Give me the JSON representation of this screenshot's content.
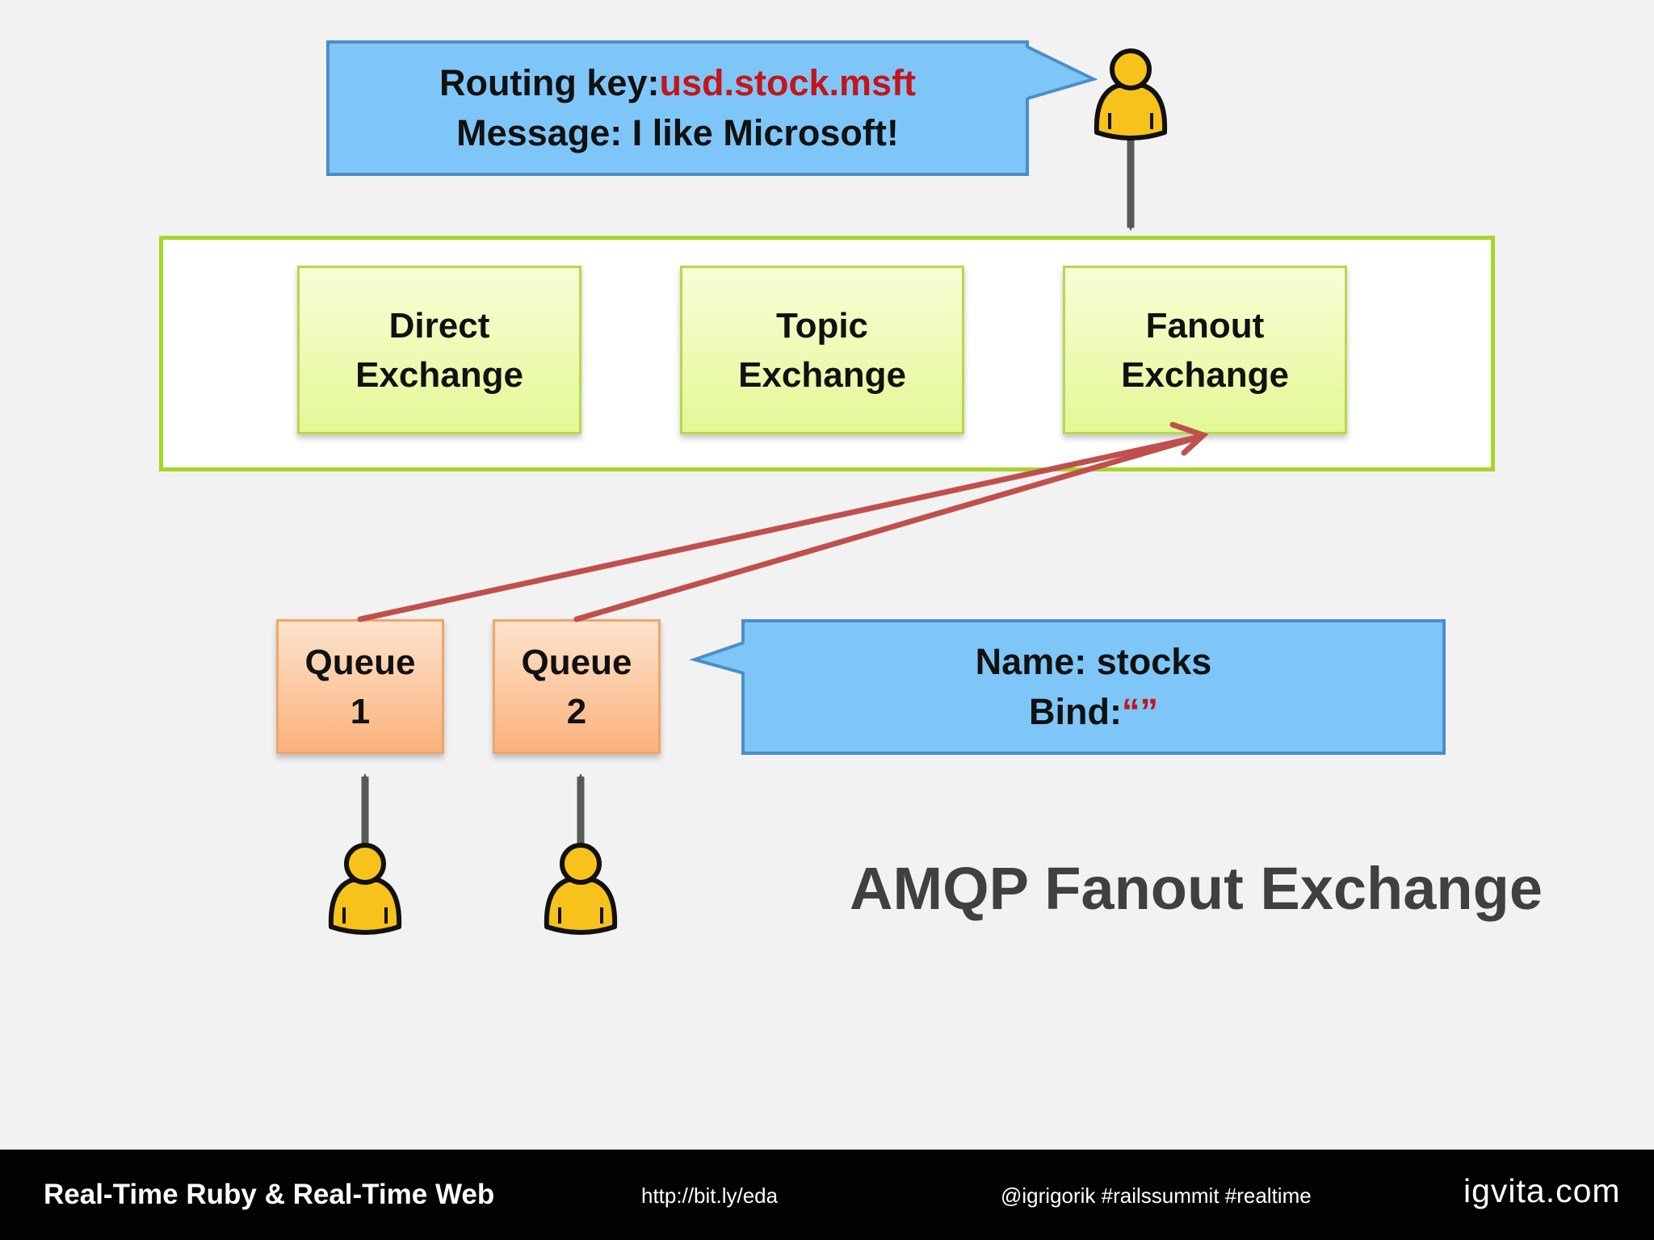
{
  "publish_callout": {
    "routing_key_label": "Routing key:",
    "routing_key_value": "usd.stock.msft",
    "message": "Message: I like Microsoft!"
  },
  "exchanges": [
    {
      "line1": "Direct",
      "line2": "Exchange"
    },
    {
      "line1": "Topic",
      "line2": "Exchange"
    },
    {
      "line1": "Fanout",
      "line2": "Exchange"
    }
  ],
  "queues": [
    {
      "line1": "Queue",
      "line2": "1"
    },
    {
      "line1": "Queue",
      "line2": "2"
    }
  ],
  "binding_callout": {
    "name": "Name: stocks",
    "bind_label": "Bind:",
    "bind_value": "“”"
  },
  "slide_title": "AMQP Fanout Exchange",
  "footer": {
    "talk_title": "Real-Time Ruby & Real-Time Web",
    "link": "http://bit.ly/eda",
    "tags": "@igrigorik #railssummit #realtime",
    "site": "igvita.com"
  },
  "colors": {
    "callout_fill": "#7fc6f8",
    "exchange_border": "#a8d52a",
    "queue_fill": "#fbb27c",
    "binding_arrow": "#c0504d",
    "highlight_text": "#c3151b",
    "user_icon": "#f7c21b"
  }
}
